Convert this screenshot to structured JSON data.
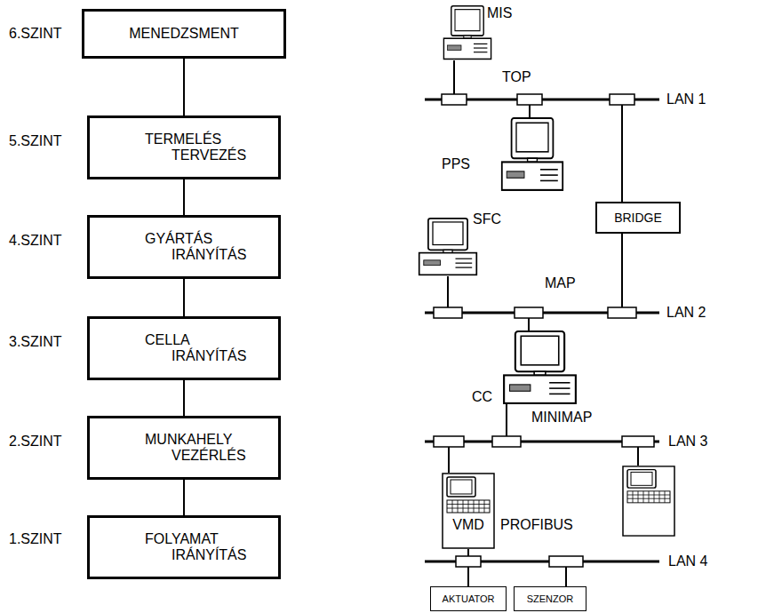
{
  "diagram": {
    "nodes": [
      {
        "text": [
          "MENEDZSMENT"
        ]
      },
      {
        "text": [
          "TERMELÉS TERVEZÉS"
        ]
      },
      {
        "text": [
          "GYÁRTÁS IRÁNYÍTÁS"
        ]
      },
      {
        "text": [
          "CELLA IRÁNYÍTÁS"
        ]
      },
      {
        "text": [
          "MUNKAHELY VEZÉRLÉS"
        ]
      },
      {
        "text": [
          "FOLYAMAT IRÁNYÍTÁS"
        ]
      },
      {
        "text": [
          "BRIDGE"
        ]
      },
      {
        "text": [
          "VMD"
        ]
      },
      {
        "text": [
          "AKTUATOR"
        ]
      },
      {
        "text": [
          "SZENZOR"
        ]
      }
    ],
    "edges": [
      {
        "from": 0,
        "to": 1,
        "arrow": "none"
      },
      {
        "from": 1,
        "to": 2,
        "arrow": "none"
      },
      {
        "from": 2,
        "to": 3,
        "arrow": "none"
      },
      {
        "from": 3,
        "to": 4,
        "arrow": "none"
      },
      {
        "from": 4,
        "to": 5,
        "arrow": "none"
      }
    ],
    "labels": [
      "6.SZINT",
      "5.SZINT",
      "4.SZINT",
      "3.SZINT",
      "2.SZINT",
      "1.SZINT",
      "MIS",
      "TOP",
      "LAN 1",
      "PPS",
      "SFC",
      "MAP",
      "LAN 2",
      "CC",
      "MINIMAP",
      "LAN 3",
      "PROFIBUS",
      "LAN 4"
    ]
  }
}
